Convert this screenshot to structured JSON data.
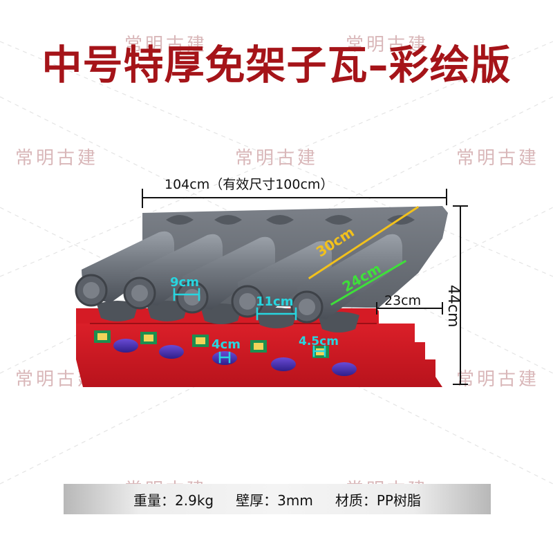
{
  "title": "中号特厚免架子瓦–彩绘版",
  "watermark": "常明古建",
  "dimensions": {
    "width_total": "104cm（有效尺寸100cm）",
    "height": "44cm",
    "long_length": "30cm",
    "short_length": "24cm",
    "depth": "23cm",
    "tile_width": "9cm",
    "gap_width": "11cm",
    "block_width": "4cm",
    "block_width2": "4.5cm"
  },
  "specs": [
    {
      "label": "重量",
      "value": "2.9kg"
    },
    {
      "label": "壁厚",
      "value": "3mm"
    },
    {
      "label": "材质",
      "value": "PP树脂"
    }
  ],
  "colors": {
    "title": "#a51419",
    "tile": "#6a7078",
    "eave": "#d51b25",
    "cyan": "#27d6e0",
    "gold": "#f2c11c",
    "green": "#3ee03a"
  }
}
